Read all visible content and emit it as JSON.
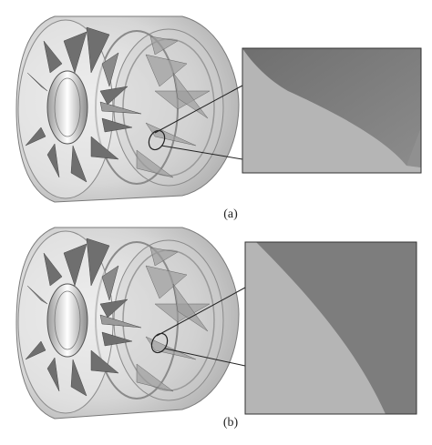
{
  "figure": {
    "panels": [
      {
        "id": "a",
        "label": "(a)"
      },
      {
        "id": "b",
        "label": "(b)"
      }
    ],
    "colors": {
      "nacelle": "#dcdcdc",
      "nacelle_edge": "#7a7a7a",
      "blade": "#6f6f6f",
      "blade_light": "#a8a8a8",
      "hub_inner": "#f4f4f4",
      "zoom_light": "#b4b4b4",
      "zoom_dark": "#7b7b7b",
      "frame": "#333333"
    }
  }
}
